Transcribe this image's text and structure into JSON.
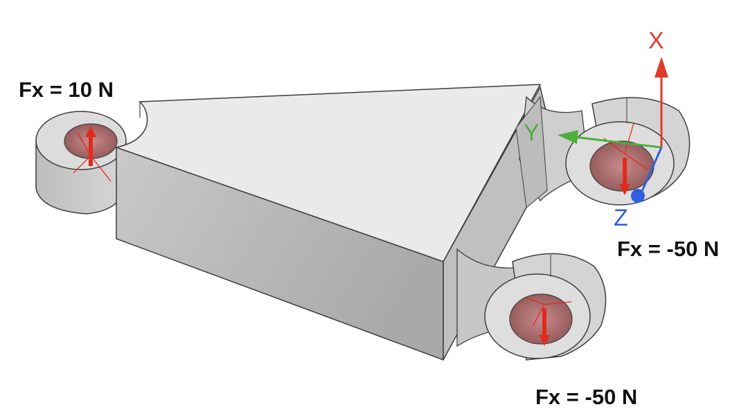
{
  "loads": [
    {
      "label": "Fx = 10 N"
    },
    {
      "label": "Fx = -50 N"
    },
    {
      "label": "Fx = -50 N"
    }
  ],
  "axes": {
    "x": {
      "label": "X",
      "color": "#e03a2a"
    },
    "y": {
      "label": "Y",
      "color": "#4caf3a"
    },
    "z": {
      "label": "Z",
      "color": "#2f5fe0"
    }
  },
  "colors": {
    "part_top": "#e9e9e9",
    "part_side": "#c4c4c4",
    "part_front": "#adadad",
    "edge": "#3d3d3d",
    "hole": "#b06b6b",
    "force": "#e02a1e"
  }
}
